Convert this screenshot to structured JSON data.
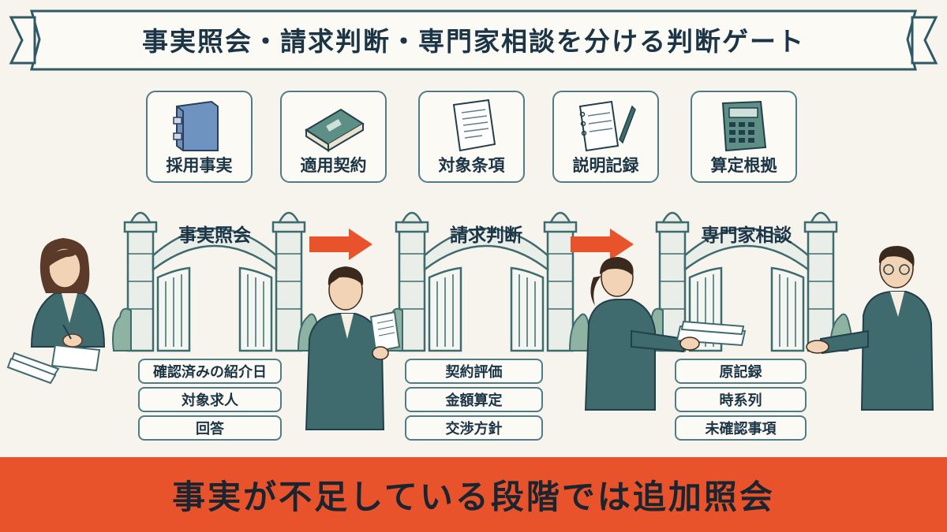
{
  "title": "事実照会・請求判断・専門家相談を分ける判断ゲート",
  "documents": [
    {
      "label": "採用事実",
      "icon": "binder-icon"
    },
    {
      "label": "適用契約",
      "icon": "contract-book-icon"
    },
    {
      "label": "対象条項",
      "icon": "document-page-icon"
    },
    {
      "label": "説明記録",
      "icon": "notebook-pen-icon"
    },
    {
      "label": "算定根拠",
      "icon": "calculator-icon"
    }
  ],
  "gates": [
    {
      "title": "事実照会",
      "items": [
        "確認済みの紹介日",
        "対象求人",
        "回答"
      ]
    },
    {
      "title": "請求判断",
      "items": [
        "契約評価",
        "金額算定",
        "交渉方針"
      ]
    },
    {
      "title": "専門家相談",
      "items": [
        "原記録",
        "時系列",
        "未確認事項"
      ]
    }
  ],
  "footer": "事実が不足している段階では追加照会",
  "colors": {
    "background": "#f7f4ee",
    "stroke": "#4f7c86",
    "arrow": "#e9532b",
    "footer": "#e9532b",
    "suit": "#3f6b6e",
    "text": "#1b3446"
  }
}
